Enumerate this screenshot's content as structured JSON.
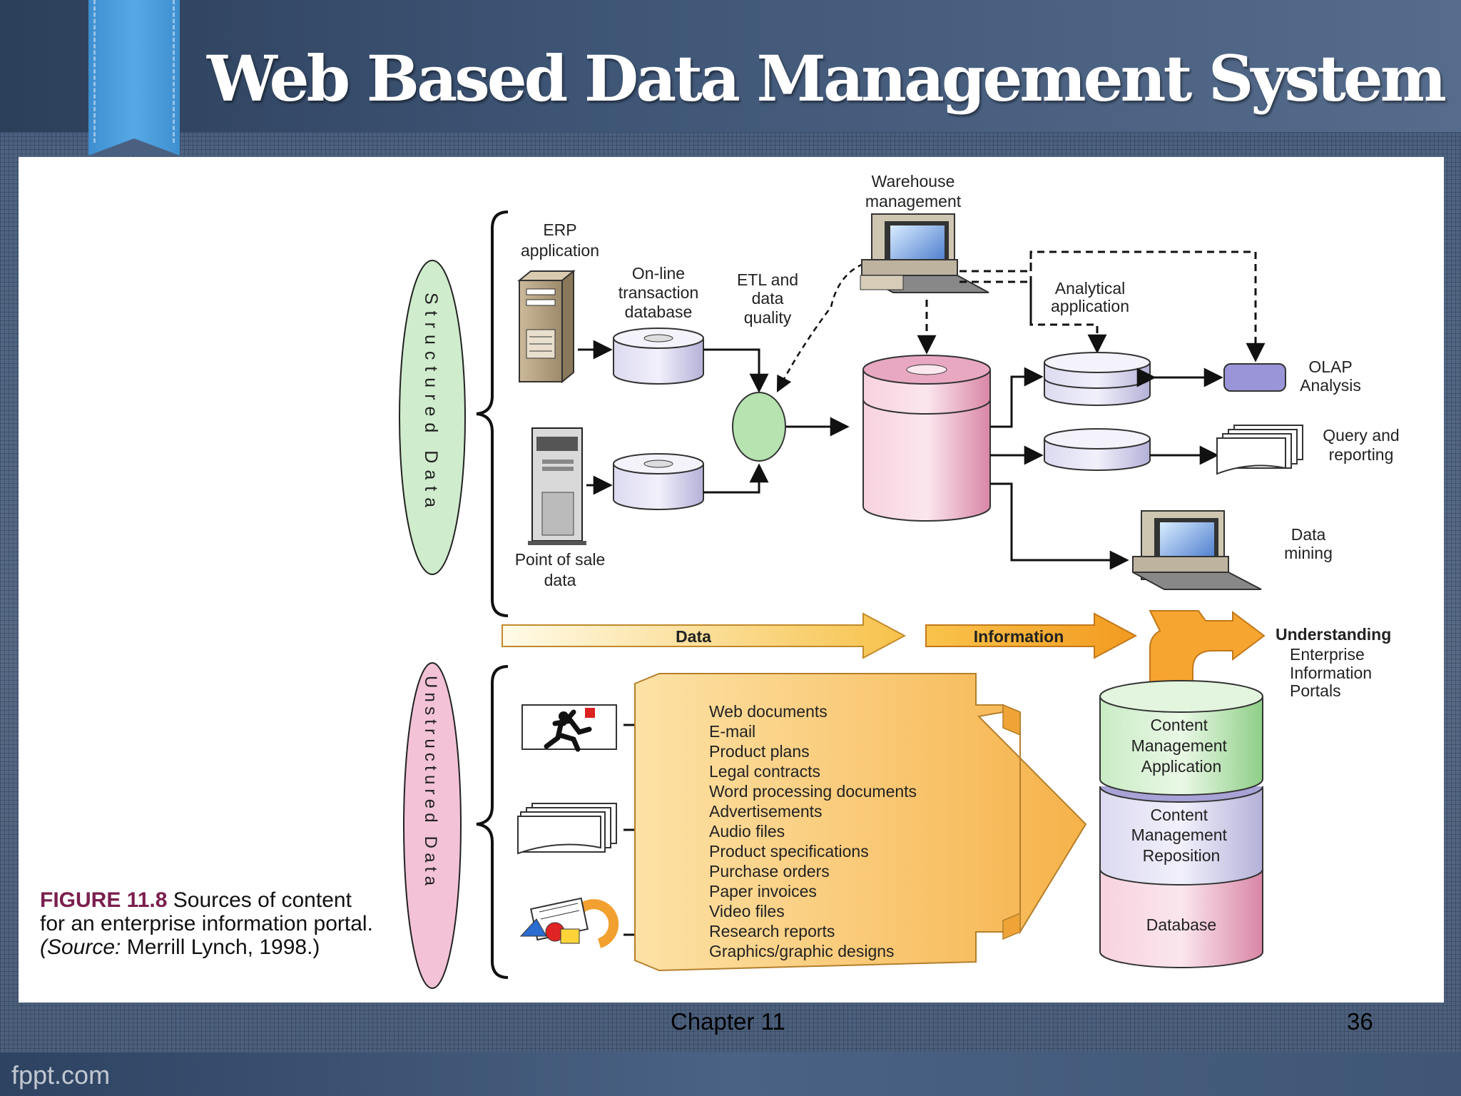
{
  "slide": {
    "title": "Web Based Data Management System",
    "footer_chapter": "Chapter 11",
    "page_number": "36",
    "watermark": "fppt.com"
  },
  "diagram": {
    "structured_label": "Structured Data",
    "unstructured_label": "Unstructured Data",
    "nodes": {
      "erp": "ERP application",
      "oltp": "On-line transaction database",
      "etl": "ETL and data quality",
      "pos": "Point of sale data",
      "warehouse_mgmt": "Warehouse management",
      "analytical": "Analytical application",
      "olap": "OLAP Analysis",
      "query": "Query and reporting",
      "mining": "Data mining"
    },
    "flow": {
      "data": "Data",
      "information": "Information",
      "understanding": "Understanding",
      "portals": "Enterprise Information Portals"
    },
    "content_items": [
      "Web documents",
      "E-mail",
      "Product plans",
      "Legal contracts",
      "Word processing documents",
      "Advertisements",
      "Audio files",
      "Product specifications",
      "Purchase orders",
      "Paper invoices",
      "Video files",
      "Research reports",
      "Graphics/graphic designs"
    ],
    "stack": {
      "app": "Content Management Application",
      "repo": "Content Management Reposition",
      "db": "Database"
    }
  },
  "caption": {
    "figure_number": "FIGURE 11.8",
    "text": "Sources of content for an enterprise information portal.",
    "source": "(Source:",
    "source_rest": "Merrill Lynch, 1998.)"
  }
}
